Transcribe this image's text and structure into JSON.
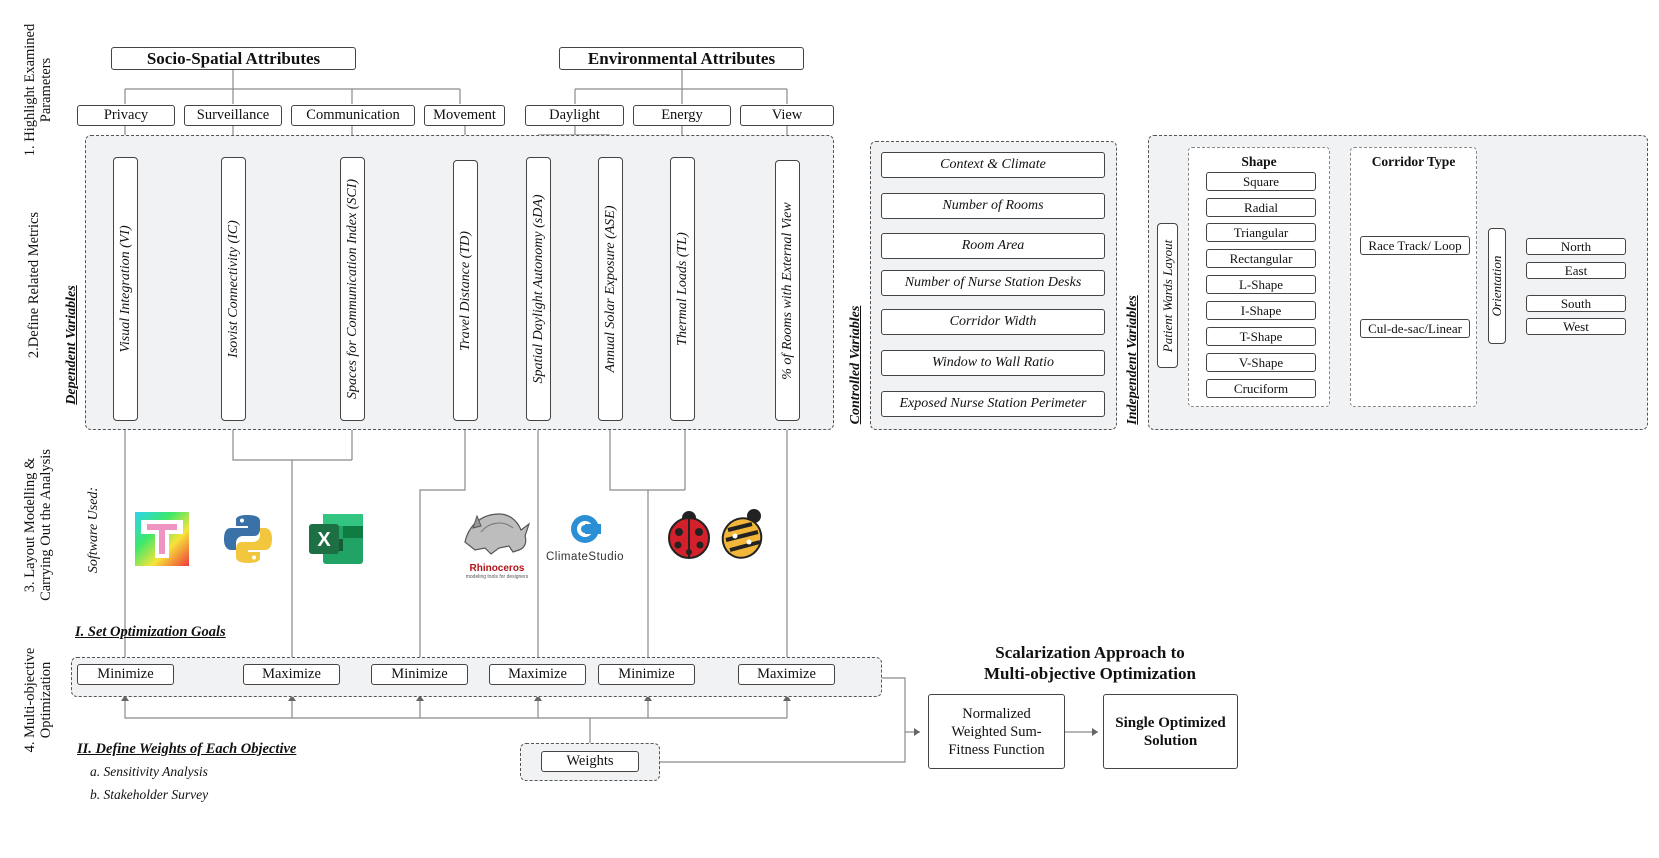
{
  "stages": {
    "s1": "1. Highlight Examined",
    "s1b": "Parameters",
    "s2": "2.Define Related Metrics",
    "s3": "3. Layout Modelling &",
    "s3b": "Carrying Out the Analysis",
    "s4": "4. Multi-objective",
    "s4b": "Optimization"
  },
  "attributes": {
    "socio": "Socio-Spatial Attributes",
    "env": "Environmental Attributes",
    "items": [
      "Privacy",
      "Surveillance",
      "Communication",
      "Movement",
      "Daylight",
      "Energy",
      "View"
    ]
  },
  "dependent": {
    "label": "Dependent Variables",
    "metrics": [
      "Visual Integration (VI)",
      "Isovist Connectivity (IC)",
      "Spaces for Communication Index (SCI)",
      "Travel Distance (TD)",
      "Spatial Daylight Autonomy (sDA)",
      "Annual Solar Exposure (ASE)",
      "Thermal Loads (TL)",
      "% of Rooms with External View"
    ]
  },
  "controlled": {
    "label": "Controlled Variables",
    "items": [
      "Context & Climate",
      "Number of Rooms",
      "Room Area",
      "Number of Nurse Station Desks",
      "Corridor Width",
      "Window to Wall Ratio",
      "Exposed Nurse Station Perimeter"
    ]
  },
  "independent": {
    "label": "Independent Variables",
    "layout": "Patient Wards Layout",
    "shape_title": "Shape",
    "shapes": [
      "Square",
      "Radial",
      "Triangular",
      "Rectangular",
      "L-Shape",
      "I-Shape",
      "T-Shape",
      "V-Shape",
      "Cruciform"
    ],
    "corridor_title": "Corridor Type",
    "corridors": [
      "Race Track/ Loop",
      "Cul-de-sac/Linear"
    ],
    "orientation": "Orientation",
    "orientations": [
      "North",
      "East",
      "South",
      "West"
    ]
  },
  "software": {
    "label": "Software Used:",
    "icons": [
      "tool-t-icon",
      "python-icon",
      "excel-icon",
      "rhinoceros-icon",
      "climatestudio-icon",
      "ladybug-icon",
      "honeybee-icon"
    ],
    "rhino_name": "Rhinoceros",
    "rhino_tagline": "modeling tools for designers",
    "climate_name": "ClimateStudio"
  },
  "optimization": {
    "goals_title": "I. Set Optimization Goals",
    "goals": [
      "Minimize",
      "Maximize",
      "Minimize",
      "Maximize",
      "Minimize",
      "Maximize"
    ],
    "weights_title": "II. Define Weights of Each Objective",
    "weights_items": [
      "a. Sensitivity Analysis",
      "b. Stakeholder Survey"
    ],
    "weights": "Weights",
    "approach_title_1": "Scalarization Approach to",
    "approach_title_2": "Multi-objective Optimization",
    "function_1": "Normalized",
    "function_2": "Weighted Sum-",
    "function_3": "Fitness Function",
    "solution_1": "Single Optimized",
    "solution_2": "Solution"
  },
  "colors": {
    "panel": "#f1f2f4",
    "line": "#8a8a8a",
    "excel": "#1d7044",
    "python_blue": "#3a72a8",
    "python_yellow": "#f2c73d",
    "climate_blue": "#2b8fd6",
    "ladybug_red": "#d4202a"
  }
}
